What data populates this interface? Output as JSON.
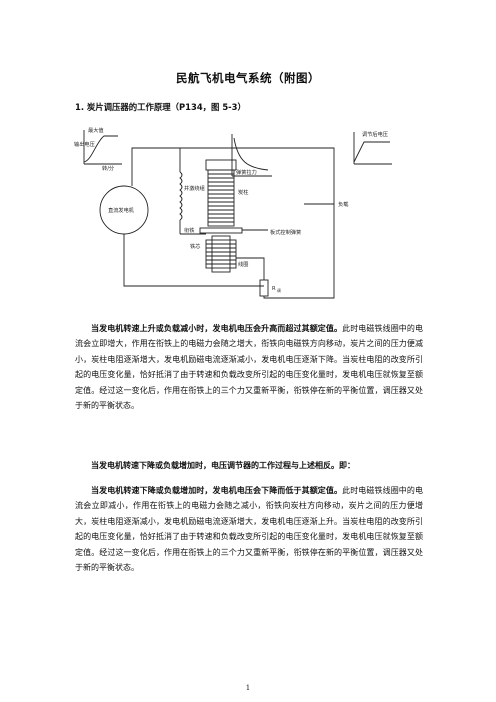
{
  "doc": {
    "title": "民航飞机电气系统（附图）",
    "section_heading": "1. 炭片调压器的工作原理（P134，图 5-3）"
  },
  "figure": {
    "labels": {
      "max_power": "最大值",
      "output_voltage": "输出电压",
      "speed": "转/分",
      "generator": "直流发电机",
      "excitation": "并激绕组",
      "spring_force": "弹簧拉力",
      "carbon_pile": "炭柱",
      "armature": "衔铁",
      "core": "铁芯",
      "coil": "线圈",
      "spring_plate": "板式控制弹簧",
      "load": "负载",
      "regulated_voltage": "调节后电压",
      "resistor": "R",
      "resistor_sub": "调"
    }
  },
  "body": {
    "p1_lead": "当发电机转速上升或负载减小时，发电机电压会升高而超过其额定值。",
    "p1_text": "此时电磁铁线圈中的电流会立即增大，作用在衔铁上的电磁力会随之增大，衔铁向电磁铁方向移动，炭片之间的压力便减小，炭柱电阻逐渐增大，发电机励磁电流逐渐减小，发电机电压逐渐下降。当炭柱电阻的改变所引起的电压变化量，恰好抵消了由于转速和负载改变所引起的电压变化量时，发电机电压就恢复至额定值。经过这一变化后，作用在衔铁上的三个力又重新平衡，衔铁停在新的平衡位置，调压器又处于新的平衡状态。",
    "p2_bold": "当发电机转速下降或负载增加时，电压调节器的工作过程与上述相反。即：",
    "p3_lead": "当发电机转速下降或负载增加时，发电机电压会下降而低于其额定值。",
    "p3_text": "此时电磁铁线圈中的电流会立即减小，作用在衔铁上的电磁力会随之减小，衔铁向炭柱方向移动，炭片之间的压力便增大，炭柱电阻逐渐减小，发电机励磁电流逐渐增大，发电机电压逐渐上升。当炭柱电阻的改变所引起的电压变化量，恰好抵消了由于转速和负载改变所引起的电压变化量时，发电机电压就恢复至额定值。经过这一变化后，作用在衔铁上的三个力又重新平衡，衔铁停在新的平衡位置，调压器又处于新的平衡状态。",
    "page_number": "1"
  }
}
